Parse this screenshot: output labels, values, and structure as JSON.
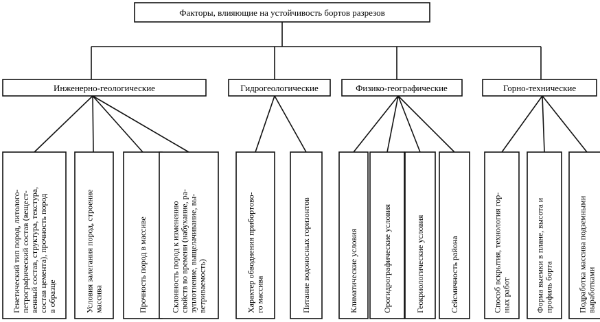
{
  "root": {
    "label": "Факторы, влияющие на устойчивость бортов разрезов"
  },
  "categories": [
    {
      "label": "Инженерно-геологические",
      "leaves": [
        {
          "lines": [
            "Генетический тип пород, литолого-",
            "петрографический состав (вещест-",
            "венный состав, структура, текстура,",
            "состав цемента), прочность пород",
            "в образце"
          ]
        },
        {
          "lines": [
            "Условия залегания пород, строение",
            "массива"
          ]
        },
        {
          "lines": [
            "Прочность пород в массиве"
          ]
        },
        {
          "lines": [
            "Склонность пород к изменению",
            "свойств во времени (набухание, ра-",
            "зуплотнение, выщелачивание, вы-",
            "ветриваемость)"
          ]
        }
      ]
    },
    {
      "label": "Гидрогеологические",
      "leaves": [
        {
          "lines": [
            "Характер обводнения прибортово-",
            "го массива"
          ]
        },
        {
          "lines": [
            "Питание водоносных горизонтов"
          ]
        }
      ]
    },
    {
      "label": "Физико-географические",
      "leaves": [
        {
          "lines": [
            "Климатические условия"
          ]
        },
        {
          "lines": [
            "Орогидрографические условия"
          ]
        },
        {
          "lines": [
            "Геокриологические условия"
          ]
        },
        {
          "lines": [
            "Сейсмичность района"
          ]
        }
      ]
    },
    {
      "label": "Горно-технические",
      "leaves": [
        {
          "lines": [
            "Способ вскрытия, технология гор-",
            "ных работ"
          ]
        },
        {
          "lines": [
            "Форма выемки в плане, высота и",
            "профиль борта"
          ]
        },
        {
          "lines": [
            "Подработка массива подземными",
            "выработками"
          ]
        }
      ]
    }
  ]
}
